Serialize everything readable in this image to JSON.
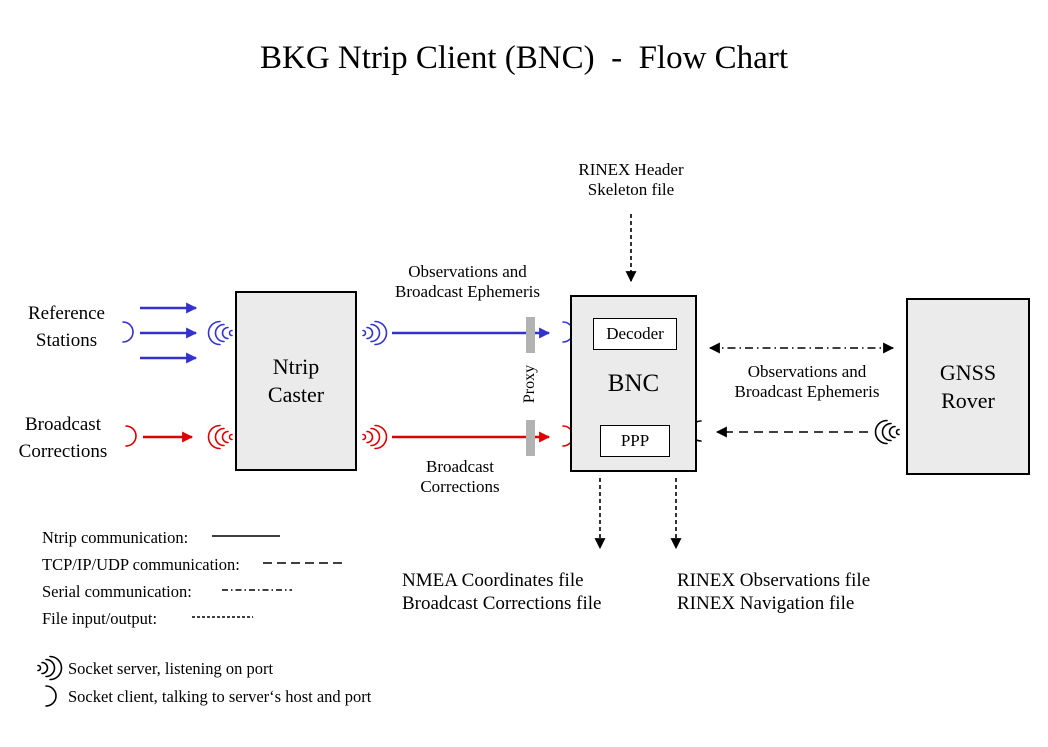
{
  "title": "BKG Ntrip Client (BNC)  -  Flow Chart",
  "boxes": {
    "ntrip_caster": {
      "line1": "Ntrip",
      "line2": "Caster"
    },
    "bnc": {
      "label": "BNC",
      "decoder": "Decoder",
      "ppp": "PPP"
    },
    "gnss_rover": {
      "line1": "GNSS",
      "line2": "Rover"
    }
  },
  "labels": {
    "reference_stations": {
      "line1": "Reference",
      "line2": "Stations"
    },
    "broadcast_corrections_input": {
      "line1": "Broadcast",
      "line2": "Corrections"
    },
    "obs_ephemeris_top": {
      "line1": "Observations and",
      "line2": "Broadcast Ephemeris"
    },
    "broadcast_corrections_mid": {
      "line1": "Broadcast",
      "line2": "Corrections"
    },
    "rinex_header": {
      "line1": "RINEX Header",
      "line2": "Skeleton file"
    },
    "proxy": "Proxy",
    "obs_ephemeris_right": {
      "line1": "Observations and",
      "line2": "Broadcast Ephemeris"
    },
    "nmea_files": {
      "line1": "NMEA Coordinates file",
      "line2": "Broadcast Corrections file"
    },
    "rinex_files": {
      "line1": "RINEX Observations file",
      "line2": "RINEX Navigation file"
    }
  },
  "legend": {
    "items": [
      {
        "label": "Ntrip communication:",
        "style": "solid"
      },
      {
        "label": "TCP/IP/UDP communication:",
        "style": "dashed"
      },
      {
        "label": "Serial communication:",
        "style": "dashdot"
      },
      {
        "label": "File input/output:",
        "style": "dotted"
      }
    ],
    "socket_server": "Socket server, listening on port",
    "socket_client": "Socket client, talking to server‘s host and port"
  },
  "colors": {
    "ntrip_blue": "#3333CC",
    "corrections_red": "#DD0000",
    "black": "#000000",
    "box_fill": "#EBEBEB",
    "proxy_gray": "#B2B2B2"
  }
}
